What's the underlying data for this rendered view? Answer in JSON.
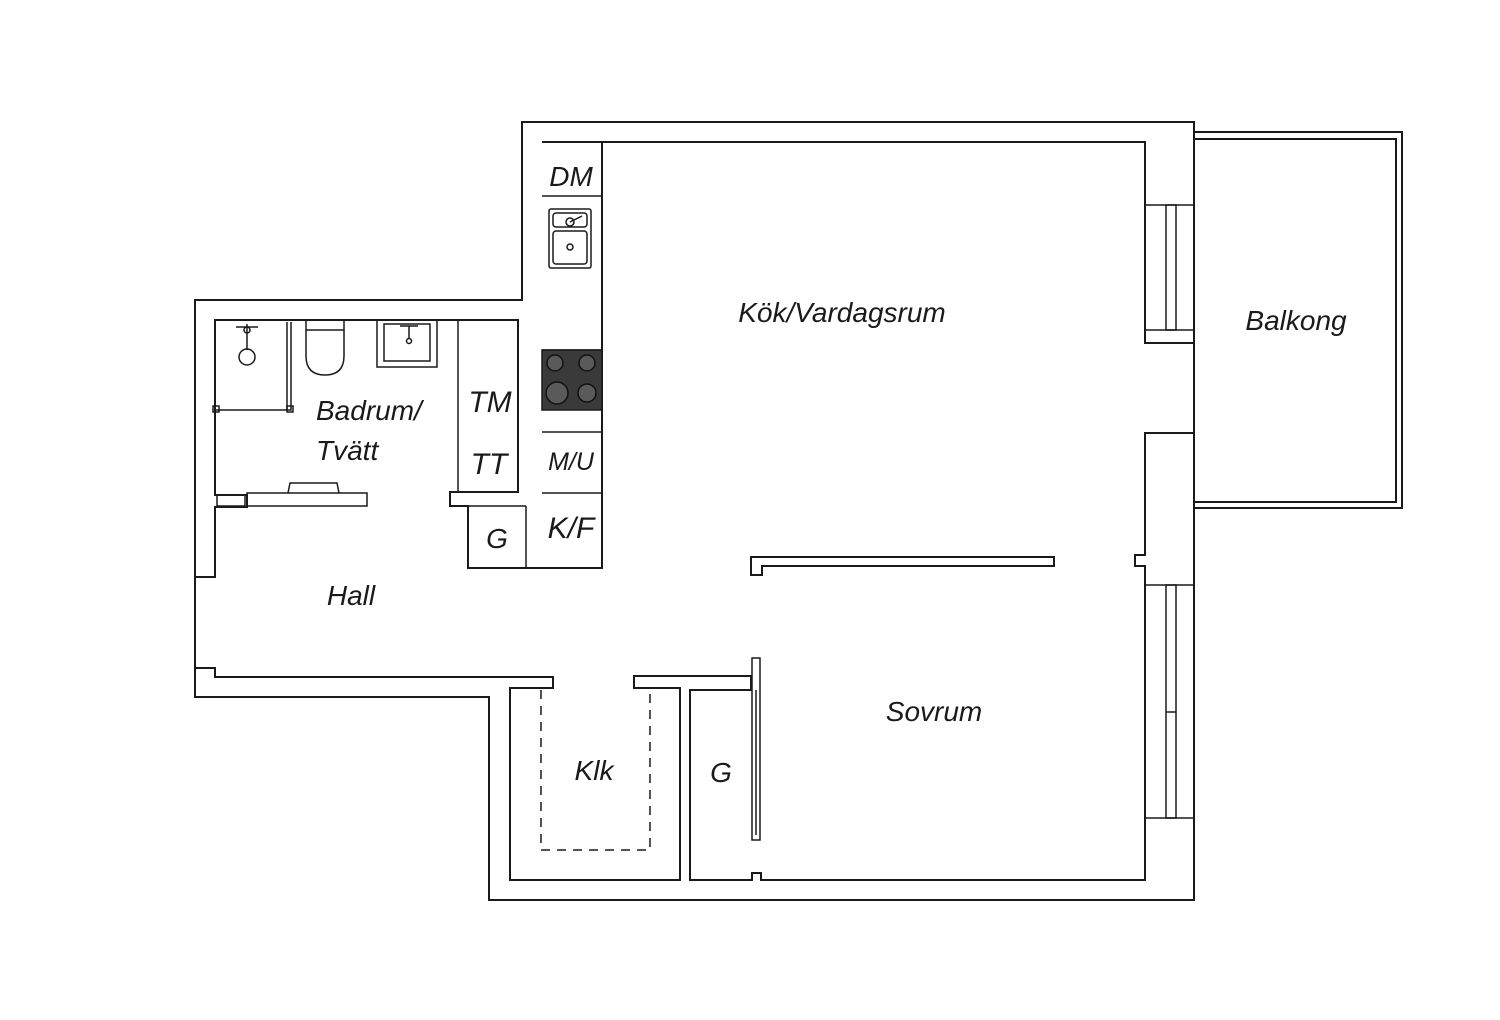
{
  "rooms": {
    "kitchen_living": "Kök/Vardagsrum",
    "balcony": "Balkong",
    "bath_line1": "Badrum/",
    "bath_line2": "Tvätt",
    "hall": "Hall",
    "bedroom": "Sovrum",
    "closet": "Klk",
    "wardrobe_hall": "G",
    "wardrobe_bedroom": "G"
  },
  "appliances": {
    "dishwasher": "DM",
    "washing_machine": "TM",
    "tumble_dryer": "TT",
    "microwave_oven": "M/U",
    "fridge_freezer": "K/F"
  },
  "colors": {
    "line": "#1a1a1a",
    "background": "#ffffff",
    "stove_top": "#3a3a3a"
  }
}
